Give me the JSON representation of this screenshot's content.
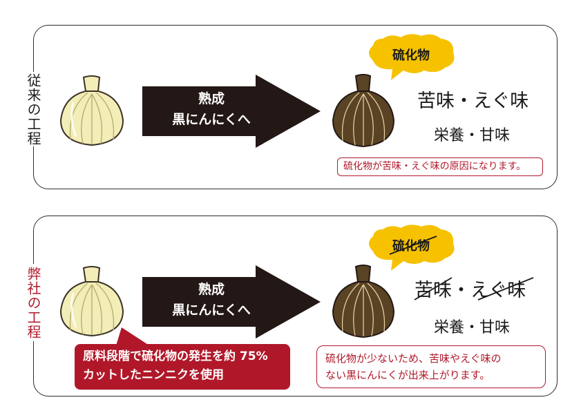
{
  "colors": {
    "accent_red": "#b0182a",
    "arrow_black": "#231815",
    "bubble_yellow": "#f6c200",
    "raw_garlic": "#f3edb8",
    "black_garlic": "#5a4325"
  },
  "conventional": {
    "side_label": "従来の工程",
    "arrow_line1": "熟成",
    "arrow_line2": "黒にんにくへ",
    "bubble": "硫化物",
    "bitter": "苦味・えぐ味",
    "nutrition": "栄養・甘味",
    "note": "硫化物が苦味・えぐ味の原因になります。"
  },
  "ours": {
    "side_label": "弊社の工程",
    "arrow_line1": "熟成",
    "arrow_line2": "黒にんにくへ",
    "bubble": "硫化物",
    "bitter_a": "苦味",
    "bitter_sep": "・",
    "bitter_b": "えぐ味",
    "nutrition": "栄養・甘味",
    "callout_line1": "原料段階で硫化物の発生を約 75%",
    "callout_line2": "カットしたニンニクを使用",
    "note_line1": "硫化物が少ないため、苦味やえぐ味の",
    "note_line2": "ない黒にんにくが出来上がります。"
  }
}
